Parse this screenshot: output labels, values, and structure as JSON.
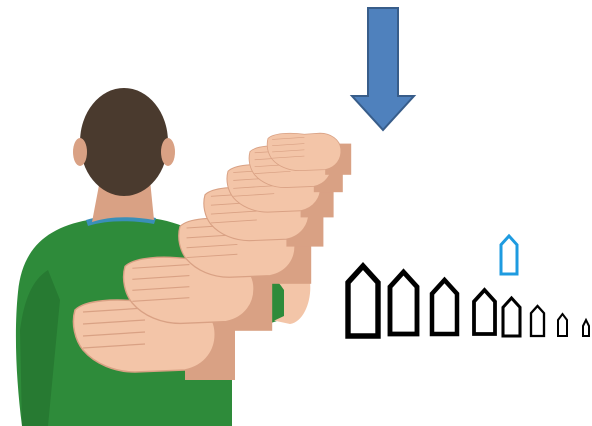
{
  "colors": {
    "arrow_fill": "#4f81bd",
    "arrow_stroke": "#385d8a",
    "shirt": "#2e8b3a",
    "shirt_shadow": "#1f6a29",
    "collar": "#3a8fb8",
    "hair": "#4a3a2e",
    "skin": "#f3c5a8",
    "skin_shade": "#d9a184",
    "marker_dark": "#000000",
    "marker_highlight": "#1e9be0"
  },
  "figure": {
    "description_icon": "person-from-back-icon",
    "hand_copies": 7
  },
  "markers": {
    "count": 9,
    "highlighted_index": 3,
    "shape": "house-outline-icon"
  },
  "arrow": {
    "direction": "down",
    "icon": "down-arrow-icon"
  }
}
